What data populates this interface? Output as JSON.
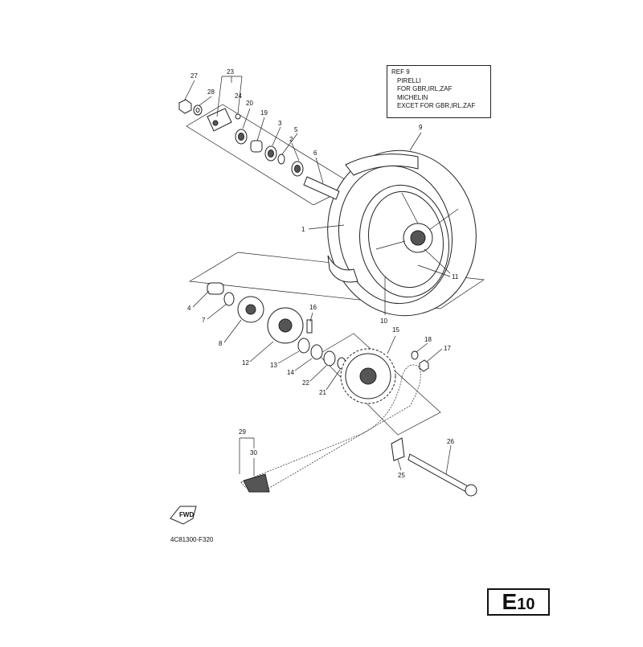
{
  "diagram": {
    "catalog_code": "4C81300-F320",
    "page_badge": {
      "letter": "E",
      "number": "10"
    },
    "fwd_label": "FWD",
    "ref_note": [
      "REF 9",
      "PIRELLI",
      "FOR GBR,IRL,ZAF",
      "MICHELIN",
      "EXCET FOR GBR,IRL,ZAF"
    ],
    "callouts": [
      {
        "id": "p27",
        "text": "27"
      },
      {
        "id": "p23",
        "text": "23"
      },
      {
        "id": "p28",
        "text": "28"
      },
      {
        "id": "p24",
        "text": "24"
      },
      {
        "id": "p20",
        "text": "20"
      },
      {
        "id": "p19",
        "text": "19"
      },
      {
        "id": "p3",
        "text": "3"
      },
      {
        "id": "p5",
        "text": "5"
      },
      {
        "id": "p2",
        "text": "2"
      },
      {
        "id": "p6",
        "text": "6"
      },
      {
        "id": "p9",
        "text": "9"
      },
      {
        "id": "p1",
        "text": "1"
      },
      {
        "id": "p11",
        "text": "11"
      },
      {
        "id": "p10",
        "text": "10"
      },
      {
        "id": "p4",
        "text": "4"
      },
      {
        "id": "p7",
        "text": "7"
      },
      {
        "id": "p8",
        "text": "8"
      },
      {
        "id": "p16",
        "text": "16"
      },
      {
        "id": "p12",
        "text": "12"
      },
      {
        "id": "p13",
        "text": "13"
      },
      {
        "id": "p14",
        "text": "14"
      },
      {
        "id": "p22",
        "text": "22"
      },
      {
        "id": "p21",
        "text": "21"
      },
      {
        "id": "p15",
        "text": "15"
      },
      {
        "id": "p18",
        "text": "18"
      },
      {
        "id": "p17",
        "text": "17"
      },
      {
        "id": "p29",
        "text": "29"
      },
      {
        "id": "p30",
        "text": "30"
      },
      {
        "id": "p25",
        "text": "25"
      },
      {
        "id": "p26",
        "text": "26"
      }
    ]
  }
}
